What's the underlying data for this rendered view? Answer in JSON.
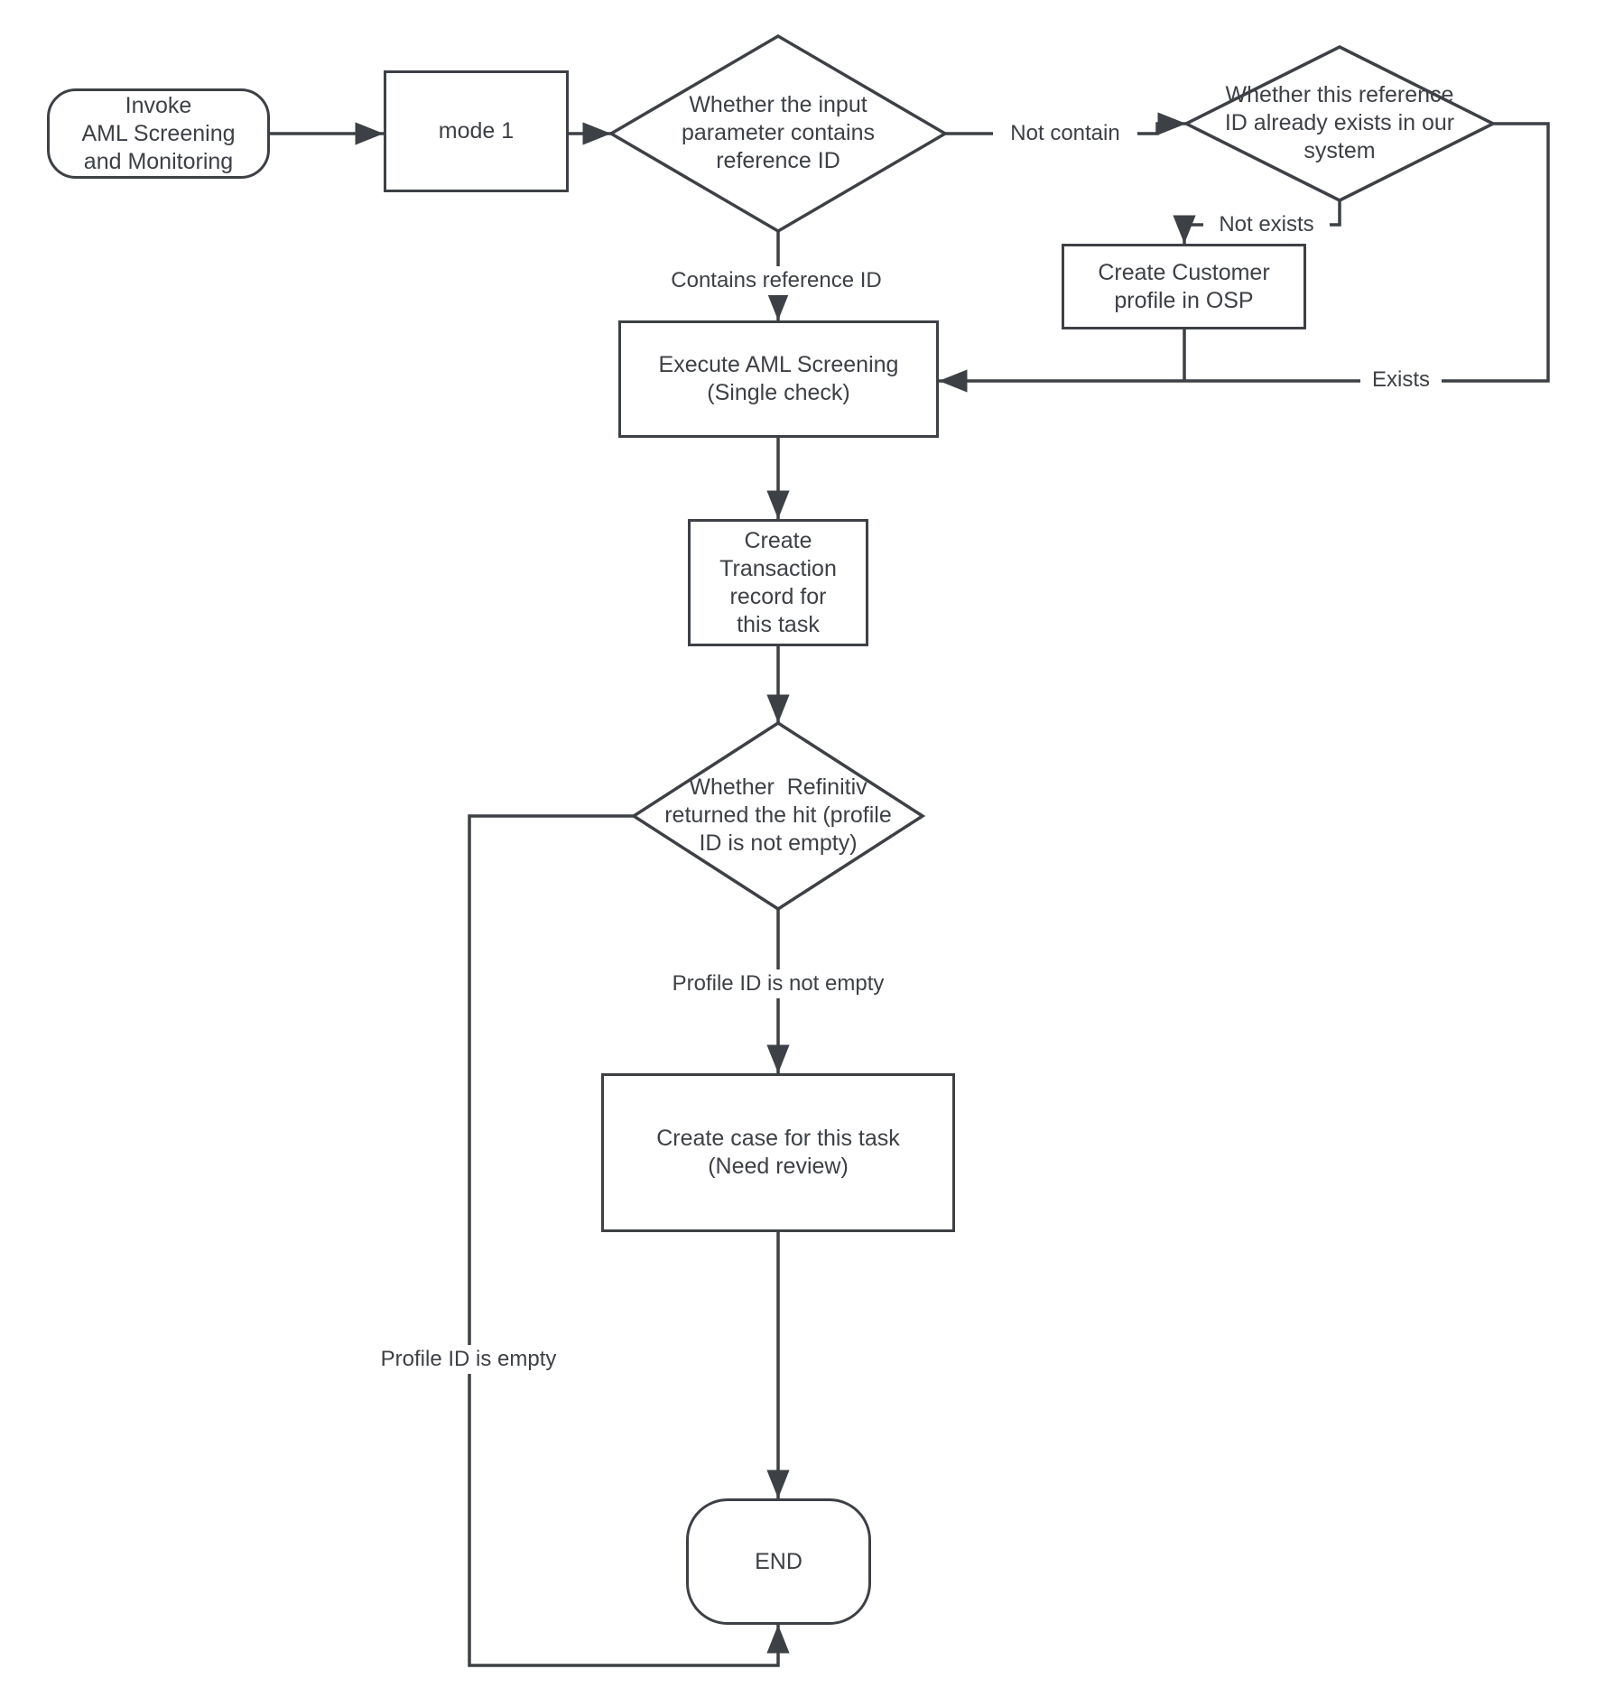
{
  "nodes": {
    "start": {
      "label": "Invoke\nAML Screening\nand Monitoring"
    },
    "mode1": {
      "label": "mode 1"
    },
    "decision_contains_ref": {
      "label": "Whether the input\nparameter contains\nreference ID"
    },
    "decision_ref_exists": {
      "label": "Whether this reference\nID already exists in our\nsystem"
    },
    "create_profile": {
      "label": "Create Customer\nprofile in OSP"
    },
    "execute_screening": {
      "label": "Execute AML Screening\n(Single check)"
    },
    "create_transaction": {
      "label": "Create\nTransaction\nrecord for\nthis task"
    },
    "decision_hit": {
      "label": "Whether  Refinitiv\nreturned the hit (profile\nID is not empty)"
    },
    "create_case": {
      "label": "Create case for this task\n(Need review)"
    },
    "end": {
      "label": "END"
    }
  },
  "edge_labels": {
    "not_contain": "Not contain",
    "contains_reference_id": "Contains reference ID",
    "not_exists": "Not exists",
    "exists": "Exists",
    "profile_id_not_empty": "Profile ID is not empty",
    "profile_id_empty": "Profile ID is empty"
  },
  "colors": {
    "stroke": "#3d4045",
    "text": "#3d4045",
    "node_fill": "#ffffff",
    "background": "#ffffff"
  }
}
